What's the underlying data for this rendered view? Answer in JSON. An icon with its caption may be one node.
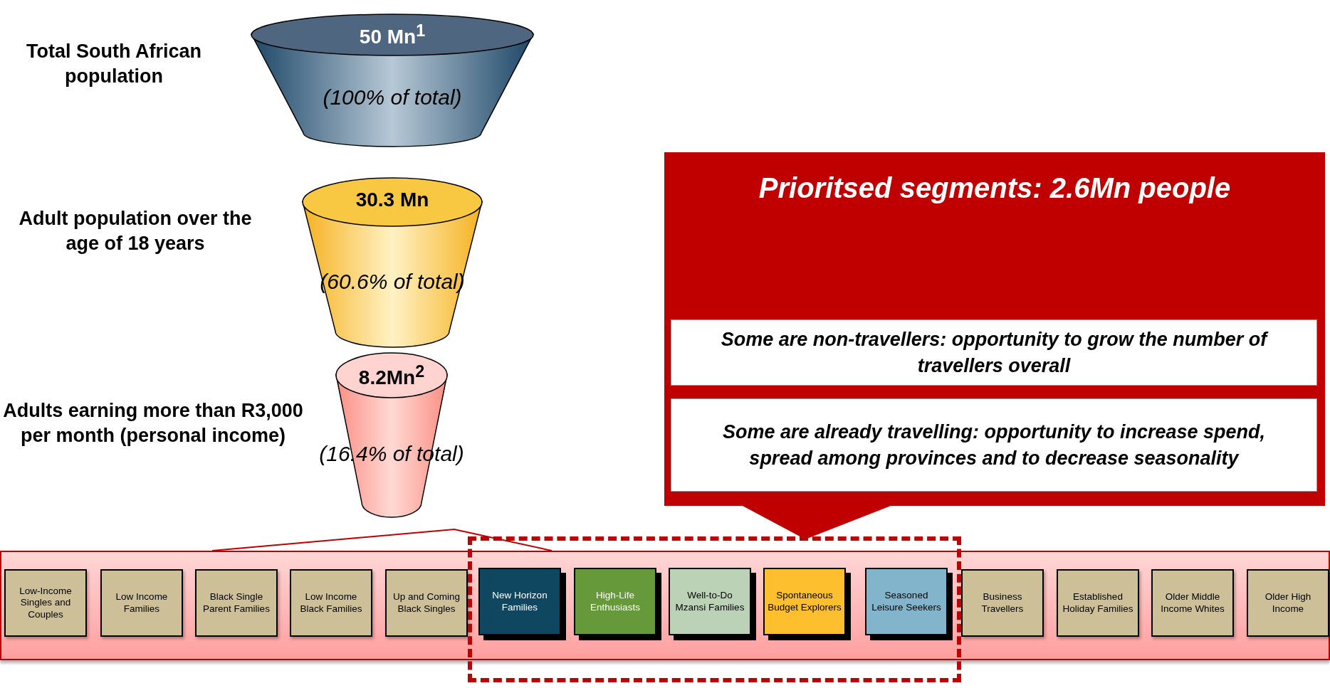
{
  "diagram": {
    "nodes": [
      {
        "text": [
          "50 Mn$^{1}$",
          "(100% of total)"
        ],
        "beside": [
          "Total South African population"
        ]
      },
      {
        "text": [
          "30.3 Mn",
          "(60.6% of total)"
        ],
        "beside": [
          "Adult population over the age of 18 years"
        ]
      },
      {
        "text": [
          "8.2Mn$^{2}$",
          "(16.4% of total)"
        ],
        "beside": [
          "Adults earning more than R3,000 per month (personal income)"
        ]
      },
      {
        "text": [
          "Prioritsed segments: 2.6Mn people"
        ]
      },
      {
        "text": [
          "Some are non-travellers: opportunity to grow the number of travellers overall"
        ],
        "in": 3
      },
      {
        "text": [
          "Some are already travelling: opportunity to increase spend, spread among provinces and to decrease seasonality"
        ],
        "in": 3
      },
      {
        "text": [],
        "shape": "bar"
      },
      {
        "text": [
          "Low-Income Singles and Couples"
        ],
        "in": 6
      },
      {
        "text": [
          "Low Income Families"
        ],
        "in": 6
      },
      {
        "text": [
          "Black Single Parent Families"
        ],
        "in": 6
      },
      {
        "text": [
          "Low Income Black Families"
        ],
        "in": 6
      },
      {
        "text": [
          "Up and Coming Black Singles"
        ],
        "in": 6
      },
      {
        "text": [],
        "shape": "box"
      },
      {
        "text": [
          "New Horizon Families"
        ]
      },
      {
        "text": [
          "High-Life Enthusiasts"
        ]
      },
      {
        "text": [
          "Well-to-Do Mzansi Families"
        ]
      },
      {
        "text": [
          "Spontaneous Budget Explorers"
        ]
      },
      {
        "text": [
          "Seasoned Leisure Seekers"
        ]
      },
      {
        "text": [
          "Business Travellers"
        ],
        "in": 6
      },
      {
        "text": [
          "Established Holiday Families"
        ],
        "in": 6
      },
      {
        "text": [
          "Older Middle Income Whites"
        ],
        "in": 6
      },
      {
        "text": [
          "Older High Income"
        ],
        "in": 6
      }
    ]
  }
}
